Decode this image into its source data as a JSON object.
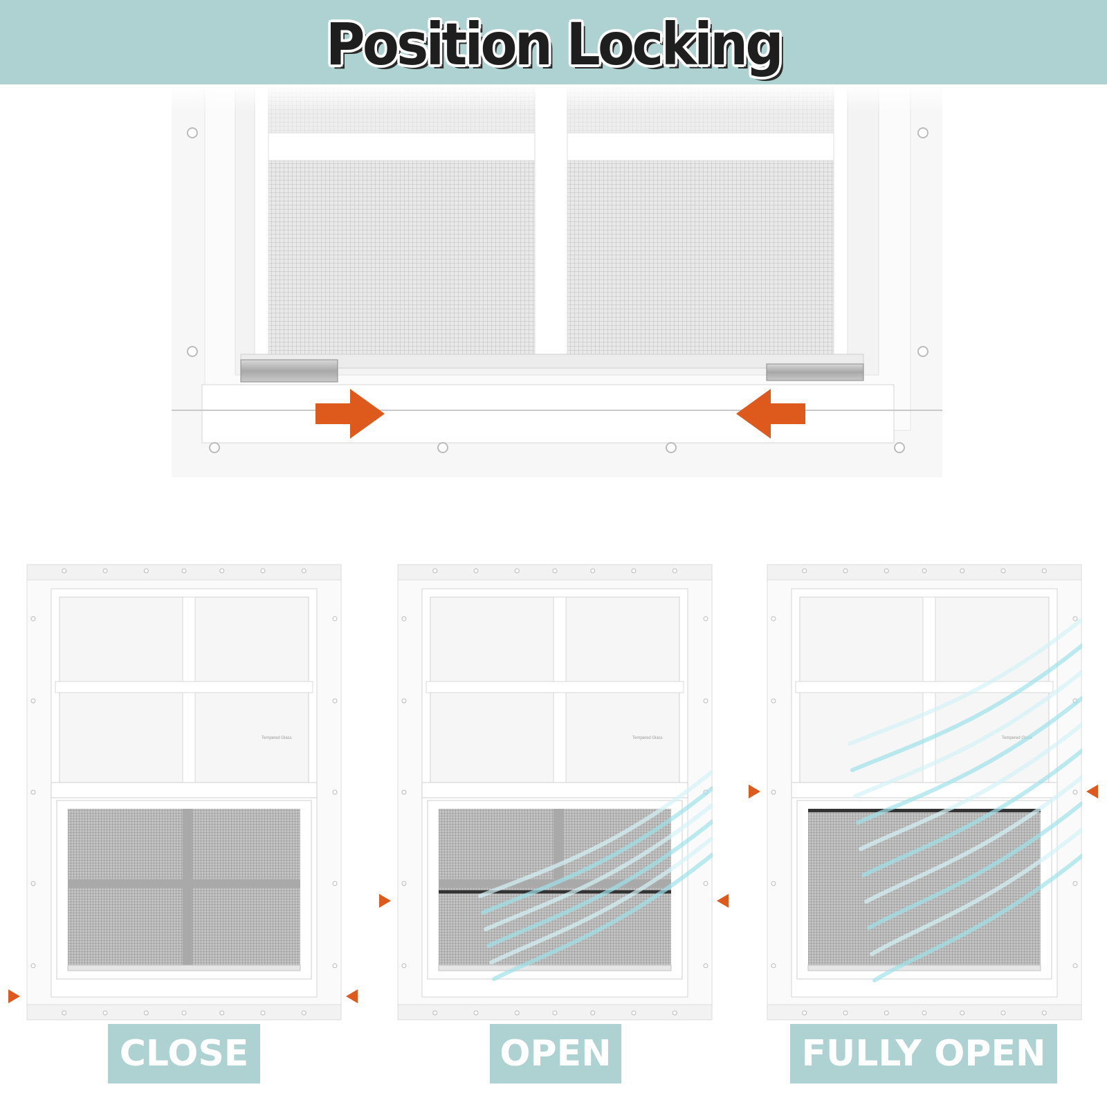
{
  "banner": {
    "title": "Position Locking",
    "background": "#aed2d2"
  },
  "accent_color": "#dd5a1c",
  "detail": {
    "icons": [
      "arrow-right-icon",
      "arrow-left-icon"
    ]
  },
  "states": [
    {
      "label": "CLOSE",
      "screen_fraction": 0.0
    },
    {
      "label": "OPEN",
      "screen_fraction": 0.5
    },
    {
      "label": "FULLY OPEN",
      "screen_fraction": 1.0
    }
  ],
  "glass_label": "Tempered Glass"
}
